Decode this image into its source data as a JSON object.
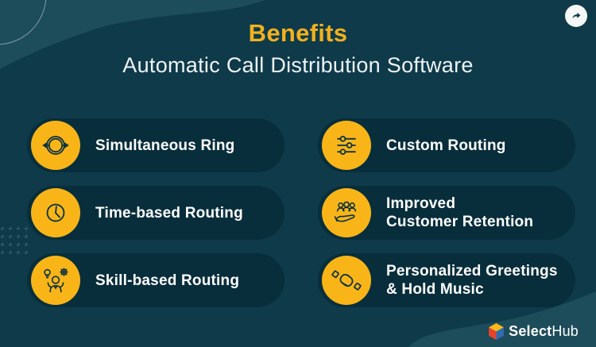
{
  "theme": {
    "background": "#0e3a4a",
    "card_background": "#082e3c",
    "blob_light": "#1d4c5b",
    "title_gold": "#f2b01e",
    "icon_circle_yellow": "#f9b517",
    "icon_stroke": "#0c3241",
    "text_white": "#ffffff",
    "cube_yellow": "#fdb915",
    "cube_red": "#e8432a",
    "cube_blue": "#2f6db5"
  },
  "header": {
    "title": "Benefits",
    "subtitle": "Automatic Call Distribution Software"
  },
  "share": {
    "icon": "share-arrow"
  },
  "benefits": [
    {
      "icon": "simultaneous-ring-icon",
      "lines": [
        "Simultaneous Ring"
      ]
    },
    {
      "icon": "custom-routing-icon",
      "lines": [
        "Custom Routing"
      ]
    },
    {
      "icon": "time-based-routing-icon",
      "lines": [
        "Time-based Routing"
      ]
    },
    {
      "icon": "improved-customer-retention-icon",
      "lines": [
        "Improved",
        "Customer Retention"
      ]
    },
    {
      "icon": "skill-based-routing-icon",
      "lines": [
        "Skill-based Routing"
      ]
    },
    {
      "icon": "personalized-greetings-icon",
      "lines": [
        "Personalized Greetings",
        "& Hold Music"
      ]
    }
  ],
  "footer": {
    "brand_bold": "Select",
    "brand_regular": "Hub"
  }
}
